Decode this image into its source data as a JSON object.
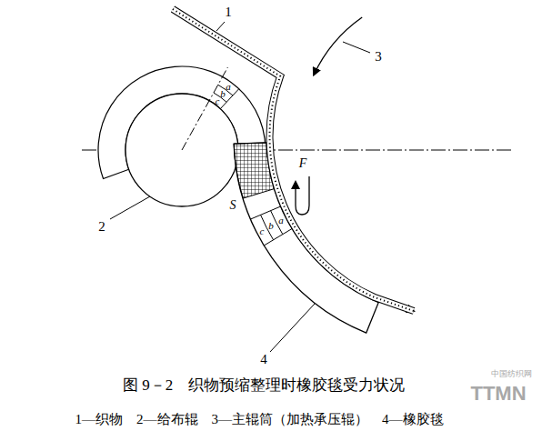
{
  "diagram": {
    "caption": "图 9－2　织物预缩整理时橡胶毯受力状况",
    "labels": [
      "1",
      "2",
      "3",
      "4",
      "a",
      "b",
      "c",
      "F",
      "S",
      "a",
      "b",
      "c",
      "1—织物　2—给布辊　3—主辊筒（加热承压辊）　4—橡胶毯",
      "TTMN",
      "中国纺织网"
    ]
  }
}
